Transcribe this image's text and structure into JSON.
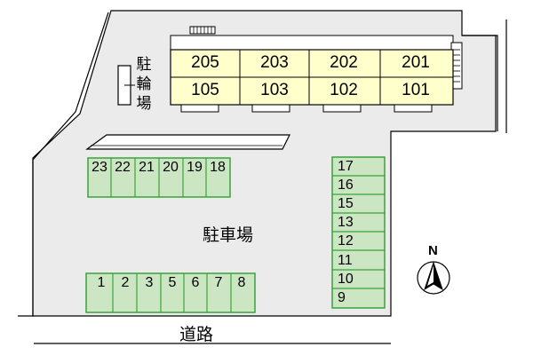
{
  "labels": {
    "bicycle_parking": [
      "駐",
      "輪",
      "場"
    ],
    "parking_lot": "駐車場",
    "road": "道路",
    "north": "N"
  },
  "building": {
    "upper_floor": [
      "205",
      "203",
      "202",
      "201"
    ],
    "lower_floor": [
      "105",
      "103",
      "102",
      "101"
    ]
  },
  "parking": {
    "top_row": [
      "23",
      "22",
      "21",
      "20",
      "19",
      "18"
    ],
    "right_column": [
      "17",
      "16",
      "15",
      "13",
      "12",
      "11",
      "10",
      "9"
    ],
    "bottom_row": [
      "1",
      "2",
      "3",
      "5",
      "6",
      "7",
      "8"
    ]
  },
  "colors": {
    "building_fill": "#ffffcc",
    "parking_fill": "#cce6c4",
    "parking_stroke": "#3aa33a",
    "ground_fill": "#ebebeb"
  }
}
